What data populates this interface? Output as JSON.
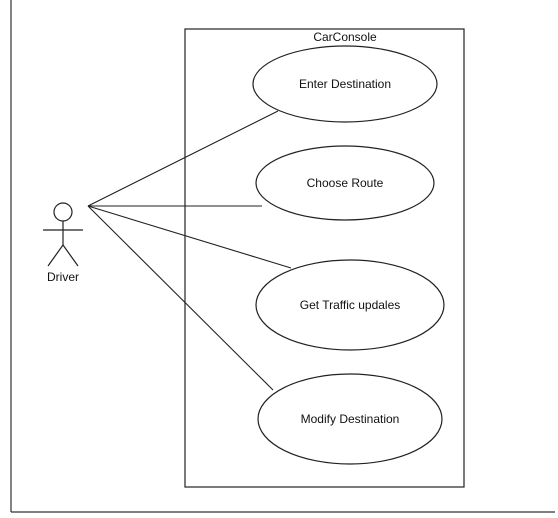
{
  "diagram": {
    "type": "uml-use-case",
    "system": {
      "name": "CarConsole"
    },
    "actor": {
      "name": "Driver"
    },
    "use_cases": [
      {
        "id": "uc1",
        "label": "Enter Destination"
      },
      {
        "id": "uc2",
        "label": "Choose Route"
      },
      {
        "id": "uc3",
        "label": "Get Traffic updales"
      },
      {
        "id": "uc4",
        "label": "Modify Destination"
      }
    ],
    "associations": [
      {
        "from": "Driver",
        "to": "uc1"
      },
      {
        "from": "Driver",
        "to": "uc2"
      },
      {
        "from": "Driver",
        "to": "uc3"
      },
      {
        "from": "Driver",
        "to": "uc4"
      }
    ]
  },
  "colors": {
    "stroke": "#222222",
    "background": "#ffffff"
  }
}
